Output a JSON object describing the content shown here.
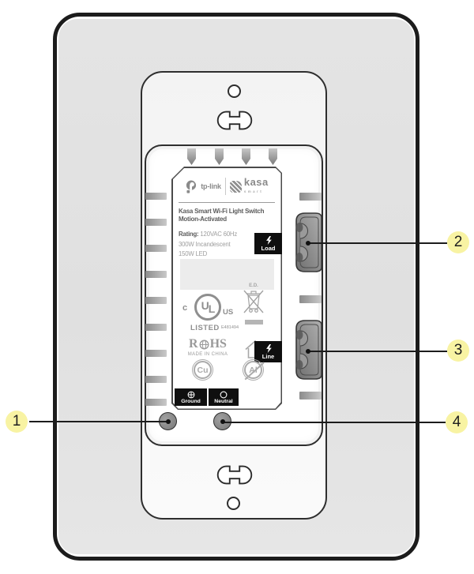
{
  "label": {
    "brand": "tp-link",
    "kasa_name": "kasa",
    "kasa_sub": "smart",
    "title_line1": "Kasa Smart Wi-Fi Light Switch",
    "title_line2": "Motion-Activated",
    "rating_label": "Rating:",
    "rating_value": "120VAC 60Hz",
    "rating_incandescent": "300W Incandescent",
    "rating_led": "150W LED",
    "ul": {
      "c": "c",
      "u": "U",
      "l": "L",
      "us": "US",
      "listed": "LISTED",
      "file_number": "E481494"
    },
    "weee_label": "E.D.",
    "rohs_prefix": "R",
    "rohs_suffix": "HS",
    "made_in": "MADE IN CHINA",
    "copper_seal": "Cu",
    "aluminum_seal": "Al"
  },
  "terminals": {
    "load": "Load",
    "line": "Line",
    "ground": "Ground",
    "neutral": "Neutral"
  },
  "callouts": [
    {
      "number": "1",
      "target": "ground-terminal-screw"
    },
    {
      "number": "2",
      "target": "load-wire-connector"
    },
    {
      "number": "3",
      "target": "line-wire-connector"
    },
    {
      "number": "4",
      "target": "neutral-terminal-screw"
    }
  ],
  "colors": {
    "callout_yellow": "#f8f3a3",
    "badge_black": "#0f0f0f",
    "plate_gray": "#e3e3e3",
    "metal_gray": "#8b8b8b"
  }
}
